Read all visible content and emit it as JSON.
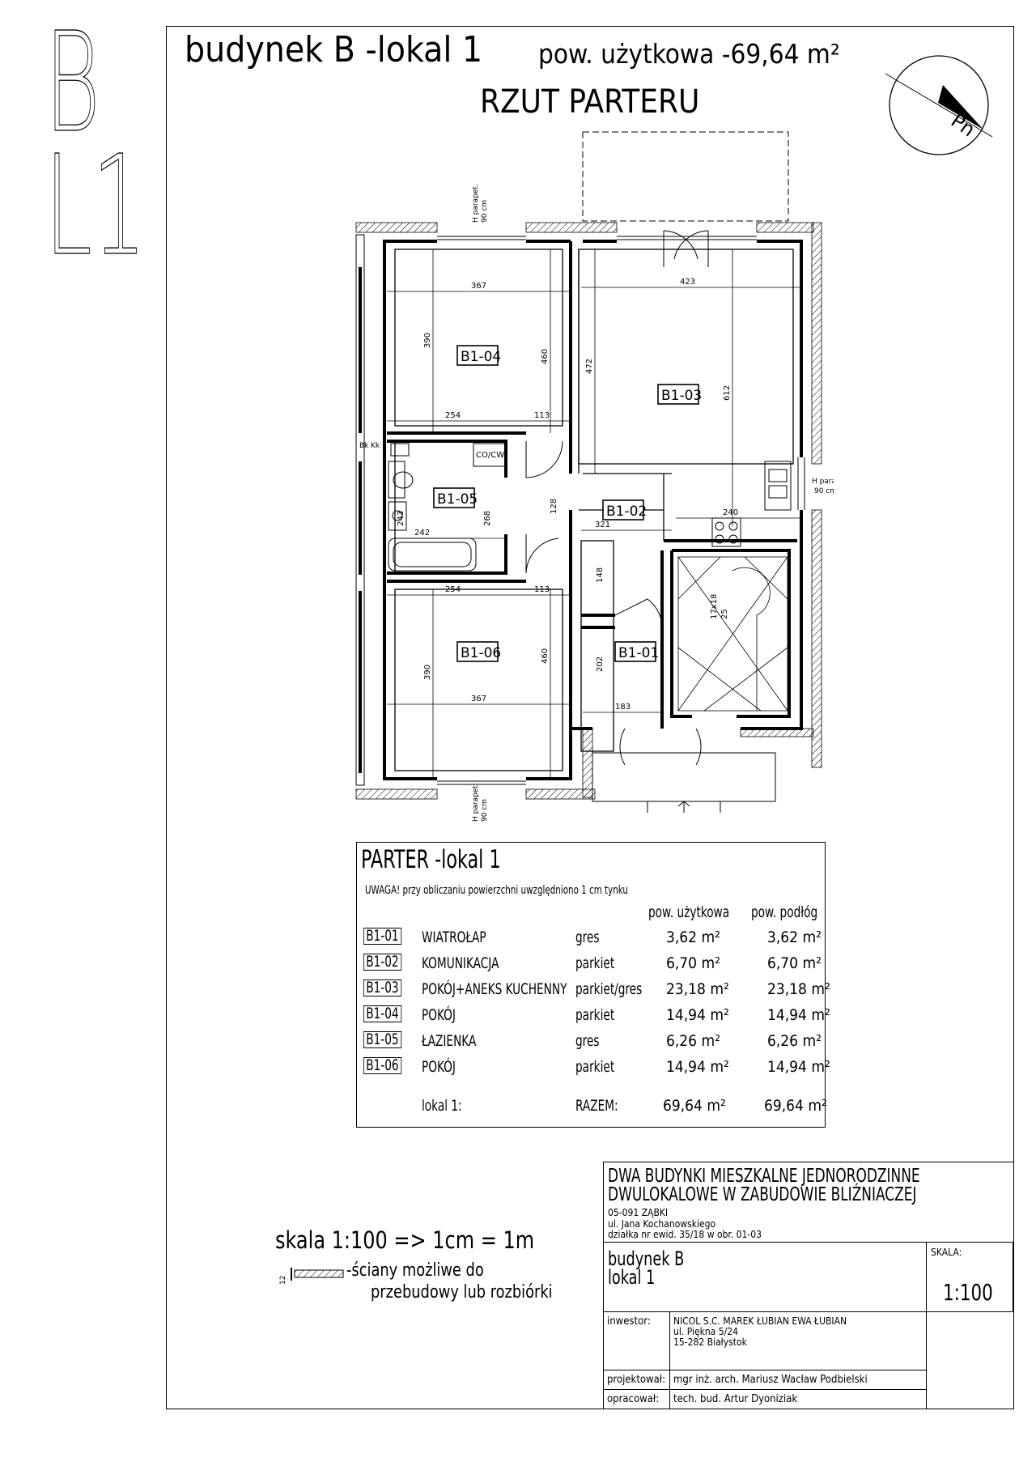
{
  "side_marks": {
    "building_letter": "B",
    "unit_number": "L1"
  },
  "header": {
    "title": "budynek B -lokal 1",
    "area_label": "pow. użytkowa -69,64 m²",
    "plan_title": "RZUT PARTERU"
  },
  "north_arrow": {
    "label": "Pn"
  },
  "plan": {
    "room_labels": [
      "B1-04",
      "B1-03",
      "B1-05",
      "B1-02",
      "B1-06",
      "B1-01"
    ],
    "dimensions": {
      "b104_width": "367",
      "b104_height": "460",
      "b104_left_height": "390",
      "b104_bottom_a": "254",
      "b104_bottom_b": "113",
      "b103_width": "423",
      "b103_left_height": "472",
      "b103_height": "612",
      "b103_bottom": "240",
      "b105_width": "242",
      "b105_height_a": "243",
      "b105_height_b": "268",
      "b102_width": "321",
      "b102_height": "128",
      "b101_height_top": "148",
      "b101_height": "202",
      "b101_width": "183",
      "b106_top_a": "254",
      "b106_top_b": "113",
      "b106_left_height": "390",
      "b106_height": "460",
      "b106_width": "367",
      "stairs": "17x18",
      "stairs_b": "25"
    },
    "annotations": {
      "parapet_label": "H parapet.",
      "parapet_value": "90 cm",
      "boiler": "CO/CW",
      "duct_a": "Bk",
      "duct_b": "Kk"
    }
  },
  "area_table": {
    "title": "PARTER -lokal 1",
    "note": "UWAGA! przy obliczaniu powierzchni uwzględniono 1 cm tynku",
    "col_usable": "pow. użytkowa",
    "col_floor": "pow. podłóg",
    "unit": "m²",
    "rows": [
      {
        "code": "B1-01",
        "name": "WIATROŁAP",
        "floor": "gres",
        "usable": "3,62",
        "floor_area": "3,62"
      },
      {
        "code": "B1-02",
        "name": "KOMUNIKACJA",
        "floor": "parkiet",
        "usable": "6,70",
        "floor_area": "6,70"
      },
      {
        "code": "B1-03",
        "name": "POKÓJ+ANEKS KUCHENNY",
        "floor": "parkiet/gres",
        "usable": "23,18",
        "floor_area": "23,18"
      },
      {
        "code": "B1-04",
        "name": "POKÓJ",
        "floor": "parkiet",
        "usable": "14,94",
        "floor_area": "14,94"
      },
      {
        "code": "B1-05",
        "name": "ŁAZIENKA",
        "floor": "gres",
        "usable": "6,26",
        "floor_area": "6,26"
      },
      {
        "code": "B1-06",
        "name": "POKÓJ",
        "floor": "parkiet",
        "usable": "14,94",
        "floor_area": "14,94"
      }
    ],
    "total_label": "lokal 1:",
    "total_word": "RAZEM:",
    "total_usable": "69,64",
    "total_floor": "69,64"
  },
  "legend": {
    "scale_text": "skala 1:100 => 1cm = 1m",
    "wall_thickness": "12",
    "wall_note_line1": "-ściany możliwe do",
    "wall_note_line2": "przebudowy lub rozbiórki"
  },
  "title_block": {
    "project_line1": "DWA BUDYNKI MIESZKALNE JEDNORODZINNE",
    "project_line2": "DWULOKALOWE W ZABUDOWIE BLIŹNIACZEJ",
    "address1": "05-091 ZĄBKI",
    "address2": "ul. Jana Kochanowskiego",
    "address3": "działka nr ewid. 35/18 w obr. 01-03",
    "building": "budynek B",
    "unit": "lokal 1",
    "scale_label": "SKALA:",
    "scale_value": "1:100",
    "investor_label": "inwestor:",
    "investor1": "NICOL S.C. MAREK ŁUBIAN EWA ŁUBIAN",
    "investor2": "ul. Piękna 5/24",
    "investor3": "15-282 Białystok",
    "designer_label": "projektował:",
    "designer": "mgr inż. arch. Mariusz Wacław Podbielski",
    "drafter_label": "opracował:",
    "drafter": "tech. bud. Artur Dyoniziak"
  }
}
